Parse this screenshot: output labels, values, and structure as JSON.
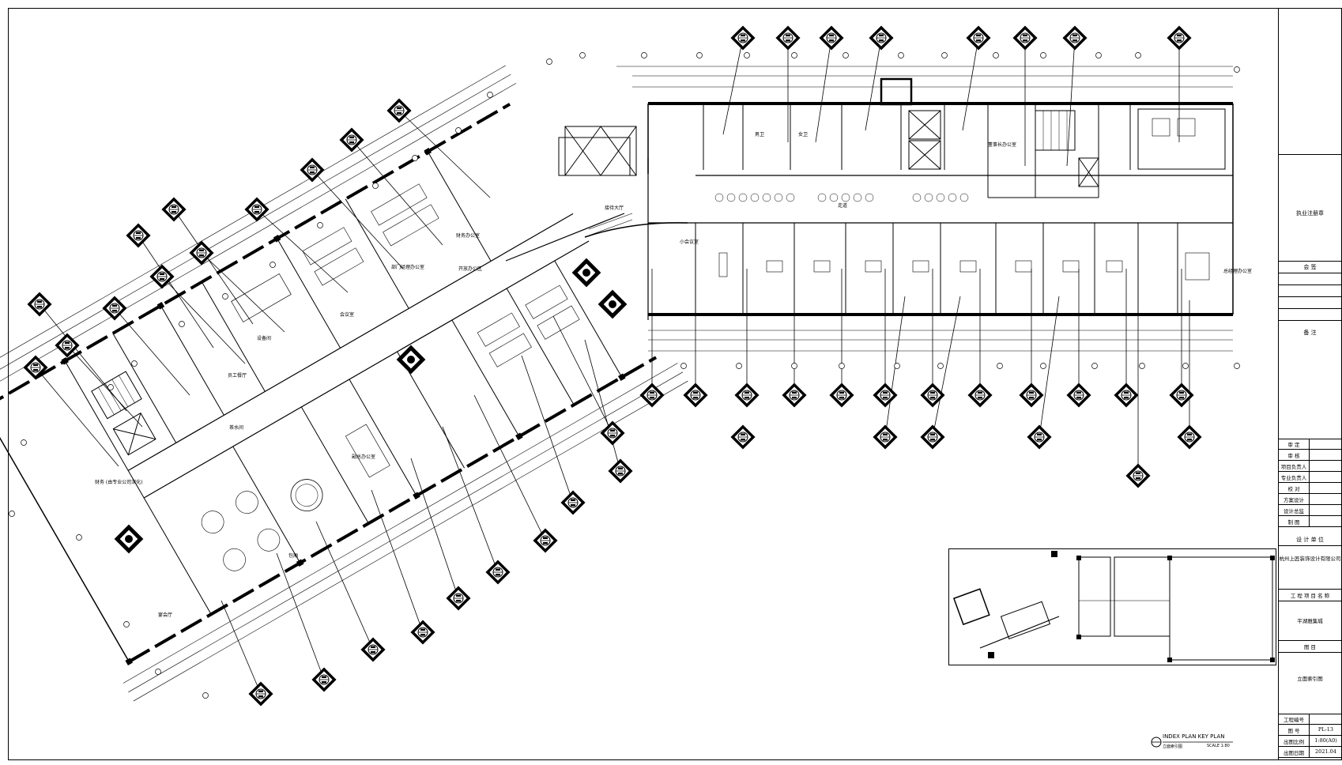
{
  "title_block": {
    "stamp_label": "执业注册章",
    "sign_label": "会 签",
    "remarks_label": "备 注",
    "roles": [
      "审 定",
      "审 核",
      "项目负责人",
      "专业负责人",
      "校 对",
      "方案设计",
      "设计总监",
      "制 图"
    ],
    "design_unit_label": "设 计 单 位",
    "design_unit": "杭州上匠装饰设计有限公司",
    "project_name_label": "工 程 项 目 名 称",
    "project_name": "平湖雅集城",
    "drawing_title_label": "图 目",
    "drawing_title": "立面索引图",
    "meta": [
      {
        "k": "工程编号",
        "v": ""
      },
      {
        "k": "图 号",
        "v": "PL-13"
      },
      {
        "k": "出图比例",
        "v": "1:80(A0)"
      },
      {
        "k": "出图日期",
        "v": "2021.04"
      }
    ]
  },
  "legend": {
    "title": "INDEX PLAN KEY PLAN",
    "subtitle": "立面索引图",
    "scale": "SCALE 1:80"
  },
  "rooms": [
    {
      "id": "r1",
      "label": "财务 (由专业公司深化)"
    },
    {
      "id": "r2",
      "label": "设备间"
    },
    {
      "id": "r3",
      "label": "员工餐厅"
    },
    {
      "id": "r4",
      "label": "茶水间"
    },
    {
      "id": "r5",
      "label": "部门经理办公室"
    },
    {
      "id": "r6",
      "label": "财务办公室"
    },
    {
      "id": "r7",
      "label": "开放办公区"
    },
    {
      "id": "r8",
      "label": "副总办公室"
    },
    {
      "id": "r9",
      "label": "会议室"
    },
    {
      "id": "r10",
      "label": "接待大厅"
    },
    {
      "id": "r11",
      "label": "董事长办公室"
    },
    {
      "id": "r12",
      "label": "总经理办公室"
    },
    {
      "id": "r13",
      "label": "走道"
    },
    {
      "id": "r14",
      "label": "宴会厅"
    },
    {
      "id": "r15",
      "label": "包厢"
    },
    {
      "id": "r16",
      "label": "小会议室"
    },
    {
      "id": "r17",
      "label": "男卫"
    },
    {
      "id": "r18",
      "label": "女卫"
    }
  ],
  "colors": {
    "line": "#000000",
    "paper": "#ffffff"
  }
}
